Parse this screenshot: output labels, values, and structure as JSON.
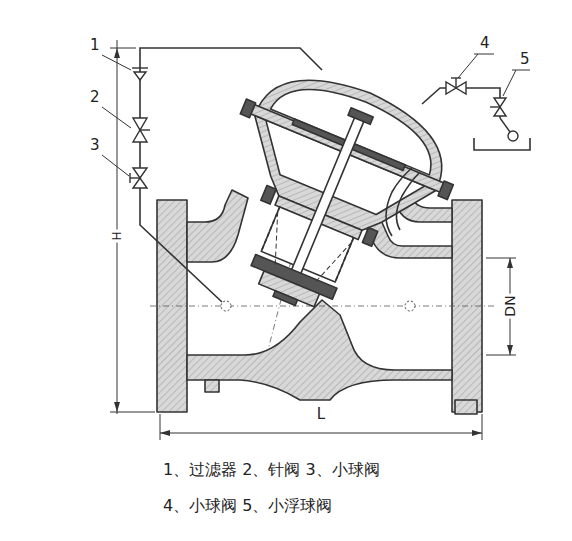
{
  "diagram": {
    "labels": [
      "1",
      "2",
      "3",
      "4",
      "5",
      "H",
      "DN",
      "L",
      "1、过滤器 2、针阀 3、小球阀",
      "4、小球阀 5、小浮球阀"
    ]
  }
}
